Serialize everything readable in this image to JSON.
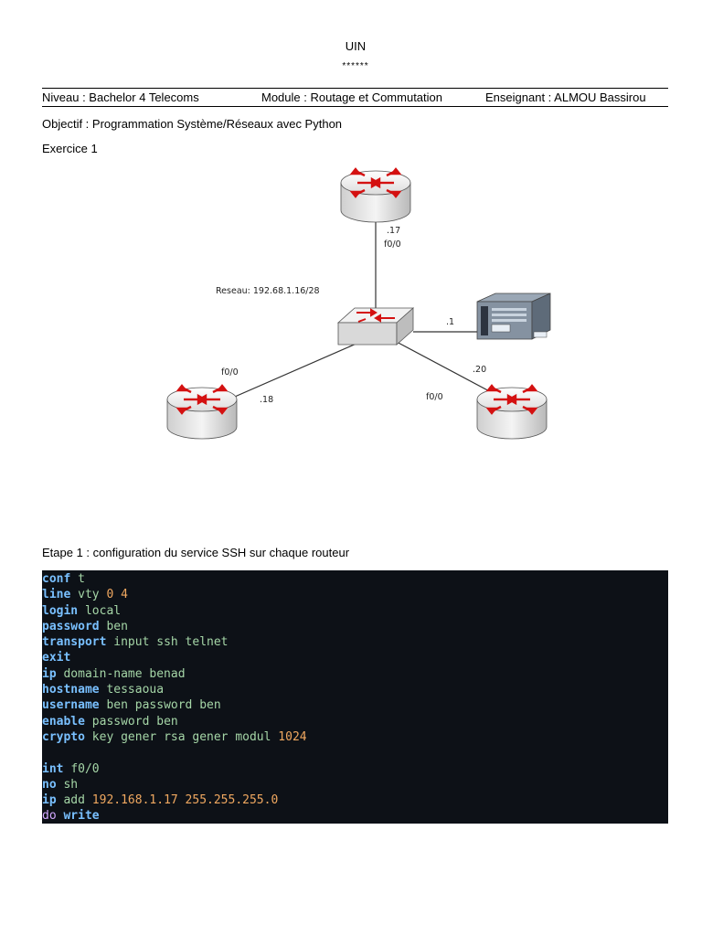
{
  "header": {
    "institution": "UIN",
    "stars": "******",
    "niveau": "Niveau : Bachelor 4 Telecoms",
    "module": "Module : Routage et Commutation",
    "enseignant": "Enseignant :  ALMOU Bassirou"
  },
  "objectif": "Objectif : Programmation Système/Réseaux avec Python",
  "exercice": "Exercice 1",
  "diagram": {
    "network_label": "Reseau: 192.68.1.16/28",
    "top_router_ip": ".17",
    "top_router_iface": "f0/0",
    "server_ip": ".1",
    "left_router_iface": "f0/0",
    "left_router_ip": ".18",
    "right_router_ip": ".20",
    "right_router_iface": "f0/0"
  },
  "etape": "Etape 1 : configuration du service SSH sur chaque routeur",
  "code": {
    "lines": [
      {
        "kw": "conf",
        "rest": "t"
      },
      {
        "kw": "line",
        "rest": "vty",
        "num": "0 4"
      },
      {
        "kw": "login",
        "rest": "local"
      },
      {
        "kw": "password",
        "rest": "ben"
      },
      {
        "kw": "transport",
        "rest": "input ssh telnet"
      },
      {
        "kw": "exit",
        "rest": ""
      },
      {
        "kw": "ip",
        "rest": "domain-name benad"
      },
      {
        "kw": "hostname",
        "rest": "tessaoua"
      },
      {
        "kw": "username",
        "rest": "ben password ben"
      },
      {
        "kw": "enable",
        "rest": "password ben"
      },
      {
        "kw": "crypto",
        "rest": "key gener rsa gener modul",
        "num": "1024"
      },
      {
        "kw": "",
        "rest": ""
      },
      {
        "kw": "int",
        "rest": "f0/0"
      },
      {
        "kw": "no",
        "rest": "sh"
      },
      {
        "kw": "ip",
        "rest": "add",
        "num": "192.168.1.17 255.255.255.0"
      },
      {
        "kw": "do",
        "rest": "write"
      }
    ]
  }
}
